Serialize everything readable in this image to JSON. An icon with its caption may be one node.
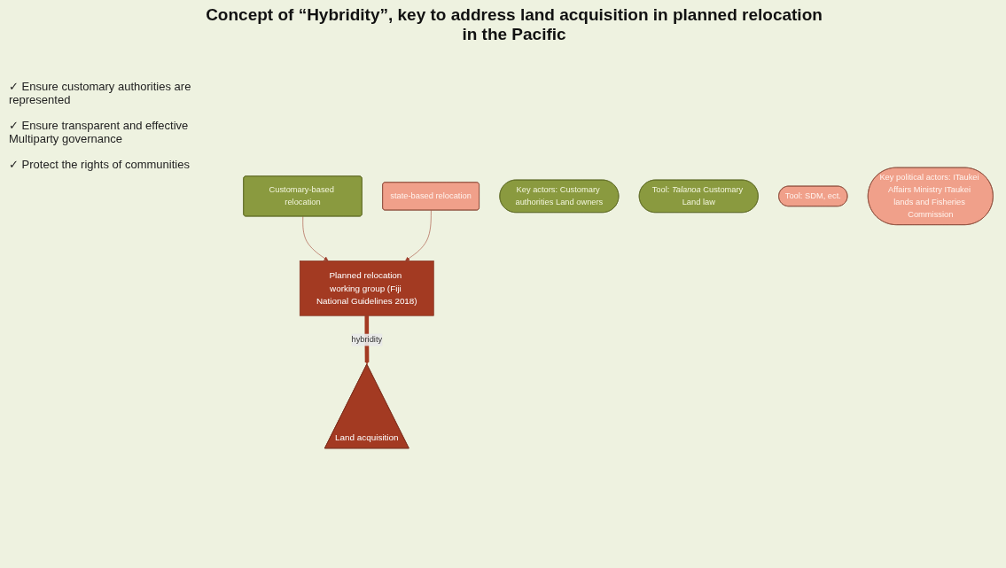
{
  "diagram": {
    "title": "Concept of “Hybridity”, key to address land acquisition in planned relocation in the Pacific",
    "nodes": [
      {
        "text": [
          "Planned relocation working group (Fiji National Guidelines 2018)"
        ],
        "beside": [
          "✓ Ensure customary authorities are represented",
          "✓ Ensure transparent and effective Multiparty governance",
          "✓ Protect the rights of communities"
        ]
      },
      {
        "text": [
          "Customary-based relocation"
        ]
      },
      {
        "text": [
          "state-based relocation"
        ]
      },
      {
        "text": [
          "Key actors: Customary authorities Land owners"
        ]
      },
      {
        "text": [
          "Tool: *Talanoa* Customary Land law"
        ]
      },
      {
        "text": [
          "Tool: SDM, ect."
        ]
      },
      {
        "text": [
          "Key political actors: ITaukei Affairs Ministry ITaukei lands and Fisheries Commission"
        ]
      },
      {
        "text": [
          "Land acquisition"
        ]
      }
    ],
    "edges": [
      {
        "from": 1,
        "to": 0,
        "arrow": "to"
      },
      {
        "from": 2,
        "to": 0,
        "arrow": "to"
      },
      {
        "from": 0,
        "to": 7,
        "arrow": "to",
        "label": "hybridity",
        "style": "thick",
        "color": "#a33a22"
      }
    ]
  }
}
